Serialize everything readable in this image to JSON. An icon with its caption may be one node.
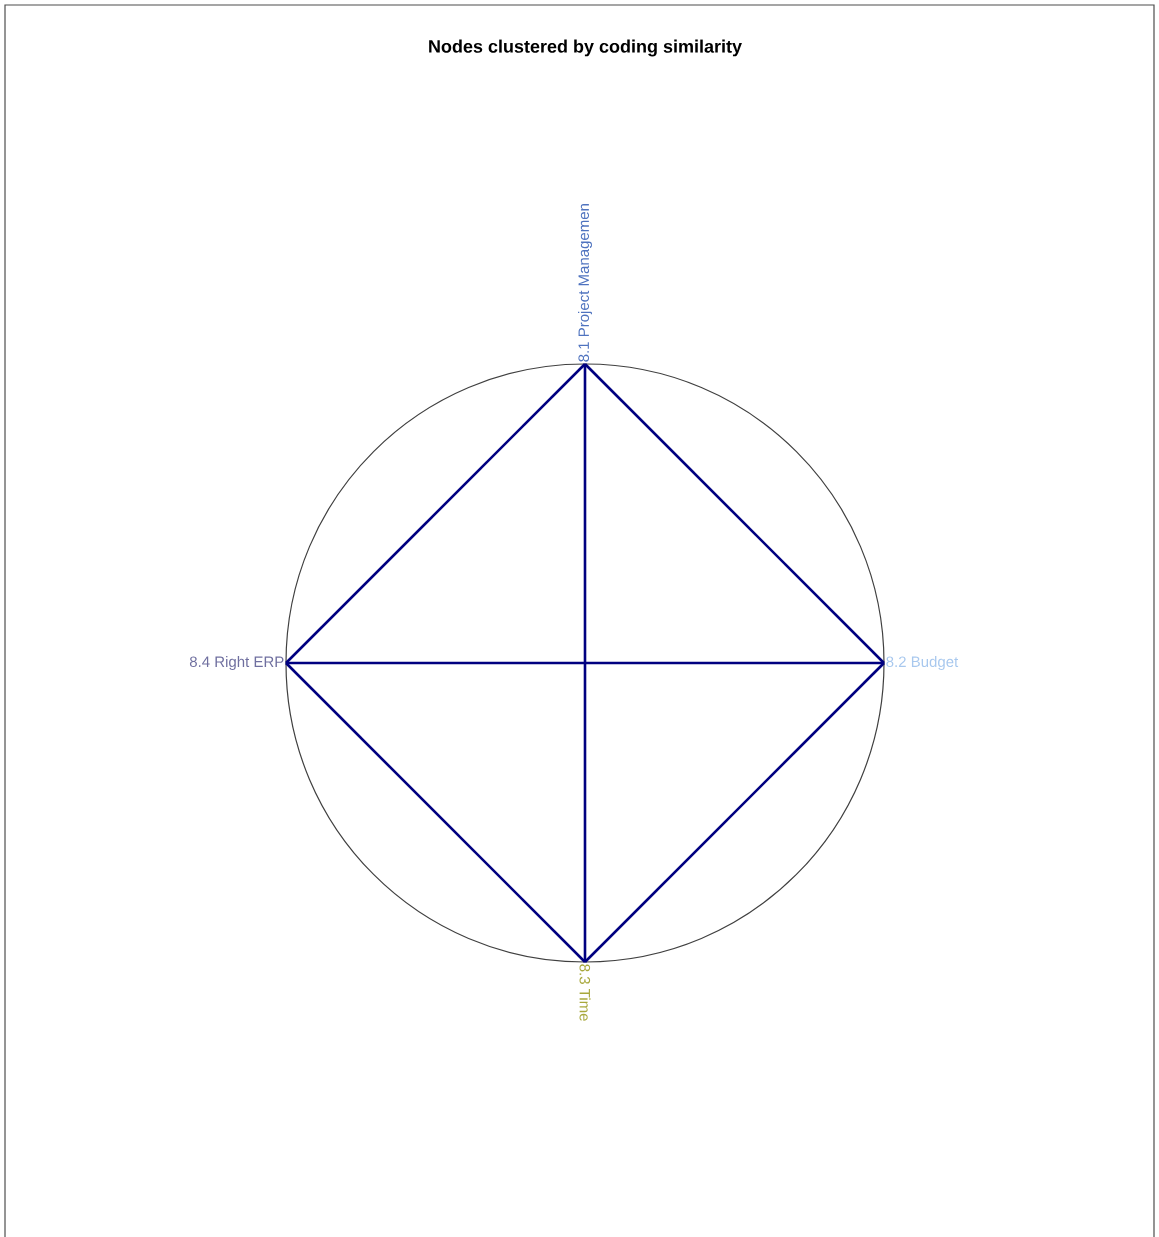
{
  "diagram": {
    "title": "Nodes clustered by coding similarity",
    "nodes": [
      {
        "text": [
          "8.1 Project Managemen"
        ]
      },
      {
        "text": [
          "8.2 Budget"
        ]
      },
      {
        "text": [
          "8.3 Time"
        ]
      },
      {
        "text": [
          "8.4 Right ERP"
        ]
      }
    ],
    "edges": [
      {
        "from": 0,
        "to": 1,
        "arrow": "none"
      },
      {
        "from": 0,
        "to": 2,
        "arrow": "none"
      },
      {
        "from": 0,
        "to": 3,
        "arrow": "none"
      },
      {
        "from": 1,
        "to": 2,
        "arrow": "none"
      },
      {
        "from": 1,
        "to": 3,
        "arrow": "none"
      },
      {
        "from": 3,
        "to": 2,
        "arrow": "none"
      }
    ]
  }
}
